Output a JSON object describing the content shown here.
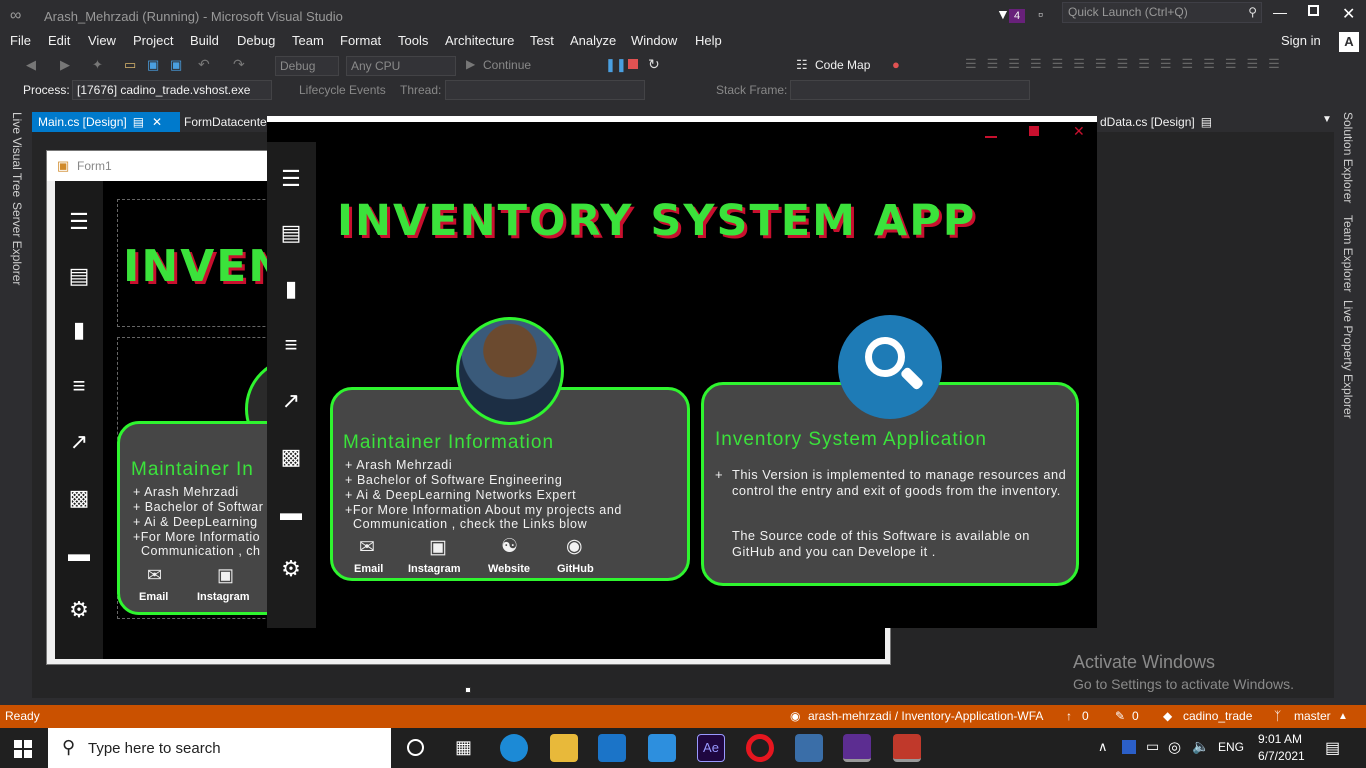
{
  "window": {
    "title": "Arash_Mehrzadi (Running) - Microsoft Visual Studio",
    "notif_count": "4",
    "quick_launch_placeholder": "Quick Launch (Ctrl+Q)"
  },
  "menu": [
    "File",
    "Edit",
    "View",
    "Project",
    "Build",
    "Debug",
    "Team",
    "Format",
    "Tools",
    "Architecture",
    "Test",
    "Analyze",
    "Window",
    "Help"
  ],
  "signin": "Sign in",
  "user_initial": "A",
  "toolbar": {
    "config": "Debug",
    "platform": "Any CPU",
    "continue": "Continue",
    "codemap": "Code Map"
  },
  "procbar": {
    "process_label": "Process:",
    "process_value": "[17676] cadino_trade.vshost.exe",
    "lifecycle": "Lifecycle Events",
    "thread_label": "Thread:",
    "stack_label": "Stack Frame:"
  },
  "left_tabs": [
    "Live Visual Tree",
    "Server Explorer"
  ],
  "right_tabs": [
    "Solution Explorer",
    "Team Explorer",
    "Live Property Explorer"
  ],
  "doc_tabs": {
    "main": "Main.cs [Design]",
    "second": "FormDatacenter",
    "third": "dData.cs [Design]"
  },
  "designer_form": {
    "title": "Form1",
    "app_title_partial": "INVEN",
    "maint_title_partial": "Maintainer In",
    "lines": [
      "+ Arash Mehrzadi",
      "+ Bachelor of Softwar",
      "+ Ai & DeepLearning",
      "+For More Informatio",
      "Communication , ch"
    ],
    "links": [
      "Email",
      "Instagram"
    ]
  },
  "app": {
    "title": "INVENTORY SYSTEM APP",
    "maintainer": {
      "heading": "Maintainer Information",
      "lines": [
        "+ Arash Mehrzadi",
        "+ Bachelor of Software Engineering",
        "+ Ai & DeepLearning Networks Expert",
        "+For More Information About my projects and",
        "Communication , check the Links blow"
      ],
      "links": [
        "Email",
        "Instagram",
        "Website",
        "GitHub"
      ]
    },
    "application": {
      "heading": "Inventory System Application",
      "para1": "This Version is implemented to manage resources and control the entry and exit of goods from the inventory.",
      "para2": "The Source code of this Software is available on GitHub and you can Develope it .",
      "bullet": "+"
    },
    "nav_icons": [
      "menu-icon",
      "bar-chart-icon",
      "clipboard-icon",
      "align-right-icon",
      "line-chart-icon",
      "cash-register-icon",
      "wallet-icon",
      "settings-icon"
    ]
  },
  "watermark": {
    "line1": "Activate Windows",
    "line2": "Go to Settings to activate Windows."
  },
  "status": {
    "ready": "Ready",
    "repo": "arash-mehrzadi / Inventory-Application-WFA",
    "up": "0",
    "edits": "0",
    "project": "cadino_trade",
    "branch": "master"
  },
  "taskbar": {
    "search_placeholder": "Type here to search",
    "lang": "ENG",
    "time": "9:01 AM",
    "date": "6/7/2021",
    "ae_label": "Ae"
  },
  "colors": {
    "accent_green": "#3be23b",
    "title_shadow": "#c8102e",
    "status_orange": "#ca5100",
    "vs_purple": "#68217a",
    "search_blue": "#1e7bb6"
  }
}
